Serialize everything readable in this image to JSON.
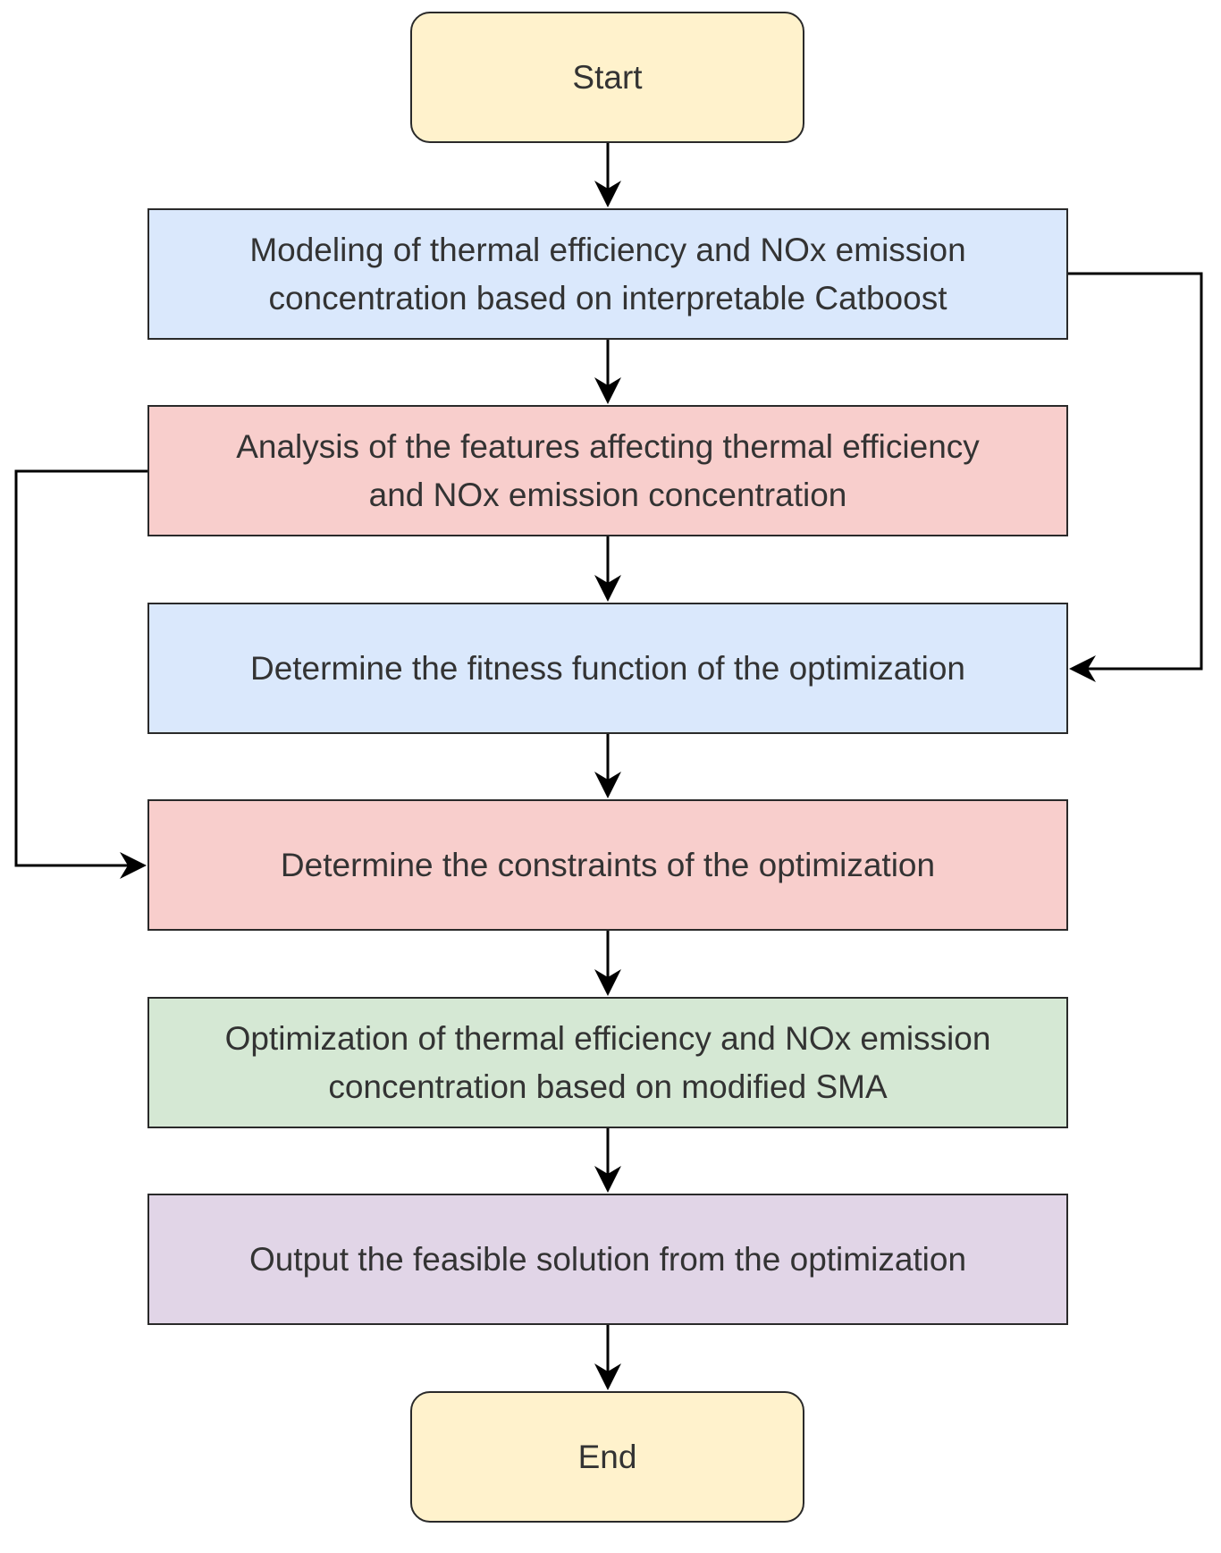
{
  "nodes": {
    "start": {
      "label": "Start",
      "fill": "#fff2cc"
    },
    "model": {
      "label": "Modeling of thermal efficiency and NOx emission\nconcentration based on interpretable Catboost",
      "fill": "#dae8fc"
    },
    "analysis": {
      "label": "Analysis of the features affecting thermal efficiency\nand NOx emission concentration",
      "fill": "#f8cecc"
    },
    "fitness": {
      "label": "Determine the fitness function of the optimization",
      "fill": "#dae8fc"
    },
    "constraints": {
      "label": "Determine the constraints of the optimization",
      "fill": "#f8cecc"
    },
    "optimization": {
      "label": "Optimization of thermal efficiency and NOx emission\nconcentration based on modified SMA",
      "fill": "#d5e8d4"
    },
    "output": {
      "label": "Output the feasible solution from the optimization",
      "fill": "#e1d5e7"
    },
    "end": {
      "label": "End",
      "fill": "#fff2cc"
    }
  },
  "edges": [
    {
      "from": "start",
      "to": "model"
    },
    {
      "from": "model",
      "to": "analysis"
    },
    {
      "from": "analysis",
      "to": "fitness"
    },
    {
      "from": "fitness",
      "to": "constraints"
    },
    {
      "from": "constraints",
      "to": "optimization"
    },
    {
      "from": "optimization",
      "to": "output"
    },
    {
      "from": "output",
      "to": "end"
    },
    {
      "from": "model",
      "to": "fitness",
      "route": "right-side"
    },
    {
      "from": "analysis",
      "to": "constraints",
      "route": "left-side"
    }
  ],
  "colors": {
    "stroke": "#2a2a2a",
    "text": "#333333"
  }
}
